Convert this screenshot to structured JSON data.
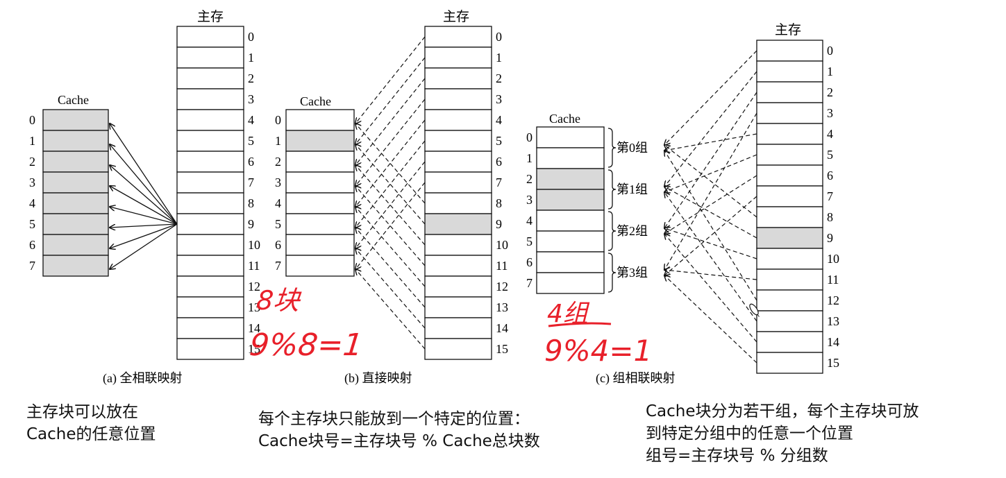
{
  "labels": {
    "main_memory": "主存",
    "cache": "Cache"
  },
  "panels": [
    {
      "caption": "(a) 全相联映射",
      "cache_blocks": [
        "0",
        "1",
        "2",
        "3",
        "4",
        "5",
        "6",
        "7"
      ],
      "memory_blocks": [
        "0",
        "1",
        "2",
        "3",
        "4",
        "5",
        "6",
        "7",
        "8",
        "9",
        "10",
        "11",
        "12",
        "13",
        "14",
        "15"
      ],
      "highlighted_cache": [
        "0",
        "1",
        "2",
        "3",
        "4",
        "5",
        "6",
        "7"
      ],
      "highlighted_memory": [],
      "mapping": "block 9 may go to any cache block"
    },
    {
      "caption": "(b) 直接映射",
      "cache_blocks": [
        "0",
        "1",
        "2",
        "3",
        "4",
        "5",
        "6",
        "7"
      ],
      "memory_blocks": [
        "0",
        "1",
        "2",
        "3",
        "4",
        "5",
        "6",
        "7",
        "8",
        "9",
        "10",
        "11",
        "12",
        "13",
        "14",
        "15"
      ],
      "highlighted_cache": [
        "1"
      ],
      "highlighted_memory": [
        "9"
      ],
      "mapping": "memory block i maps to cache block i % 8"
    },
    {
      "caption": "(c) 组相联映射",
      "cache_blocks": [
        "0",
        "1",
        "2",
        "3",
        "4",
        "5",
        "6",
        "7"
      ],
      "memory_blocks": [
        "0",
        "1",
        "2",
        "3",
        "4",
        "5",
        "6",
        "7",
        "8",
        "9",
        "10",
        "11",
        "12",
        "13",
        "14",
        "15"
      ],
      "groups": [
        "第0组",
        "第1组",
        "第2组",
        "第3组"
      ],
      "highlighted_cache": [
        "2",
        "3"
      ],
      "highlighted_memory": [
        "9"
      ],
      "mapping": "memory block i maps to group i % 4"
    }
  ],
  "handwriting": {
    "b_line1": "8块",
    "b_line2": "9%8=1",
    "c_line1": "4组",
    "c_line2": "9%4=1"
  },
  "notes": {
    "a_line1": "主存块可以放在",
    "a_line2": "Cache的任意位置",
    "b_line1": "每个主存块只能放到一个特定的位置：",
    "b_line2": "Cache块号=主存块号 % Cache总块数",
    "c_line1": "Cache块分为若干组，每个主存块可放",
    "c_line2": "到特定分组中的任意一个位置",
    "c_line3": "组号=主存块号 % 分组数"
  },
  "colors": {
    "highlight": "#d9d9d9",
    "ink": "#111111",
    "handwriting": "#e8202a"
  }
}
